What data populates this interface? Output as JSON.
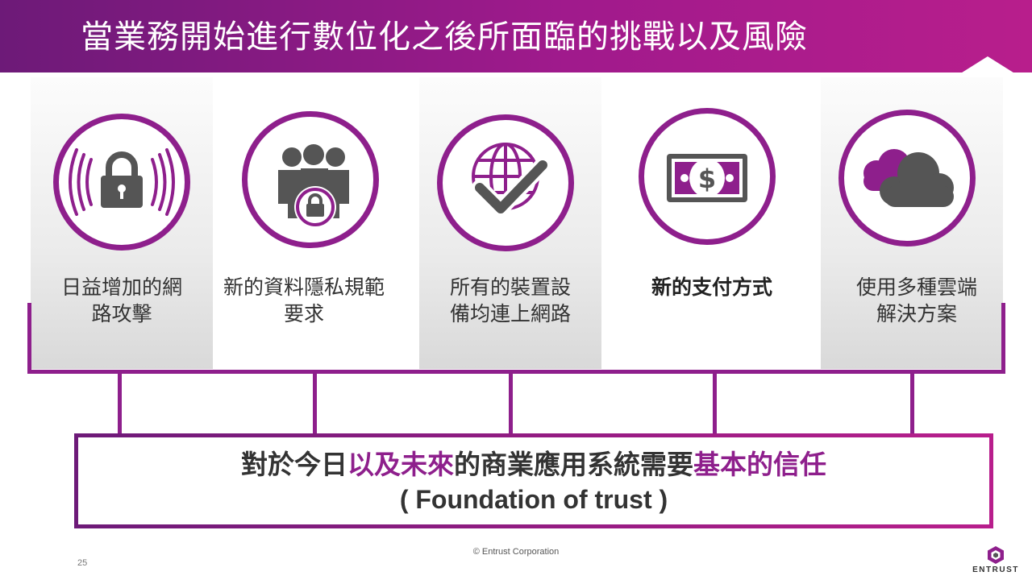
{
  "slide": {
    "title": "當業務開始進行數位化之後所面臨的挑戰以及風險",
    "page_number": "25",
    "copyright": "© Entrust Corporation",
    "logo_text": "ENTRUST"
  },
  "cards": [
    {
      "line1": "日益增加的網",
      "line2": "路攻擊",
      "icon": "wireless-lock-icon"
    },
    {
      "line1": "新的資料隱私規範",
      "line2": "要求",
      "icon": "group-lock-icon"
    },
    {
      "line1": "所有的裝置設",
      "line2": "備均連上網路",
      "icon": "globe-check-icon"
    },
    {
      "line1": "新的支付方式",
      "line2": "",
      "icon": "dollar-bill-icon"
    },
    {
      "line1": "使用多種雲端",
      "line2": "解決方案",
      "icon": "cloud-icon"
    }
  ],
  "foundation": {
    "part1": "對於今日",
    "part2": "以及未來",
    "part3": "的商業應用系統需要",
    "part4": "基本的信任",
    "subtitle": "( Foundation of trust )"
  },
  "colors": {
    "accent": "#8e1f8c",
    "header_start": "#6d1a78",
    "header_end": "#b81e8c",
    "icon_gray": "#555555"
  }
}
